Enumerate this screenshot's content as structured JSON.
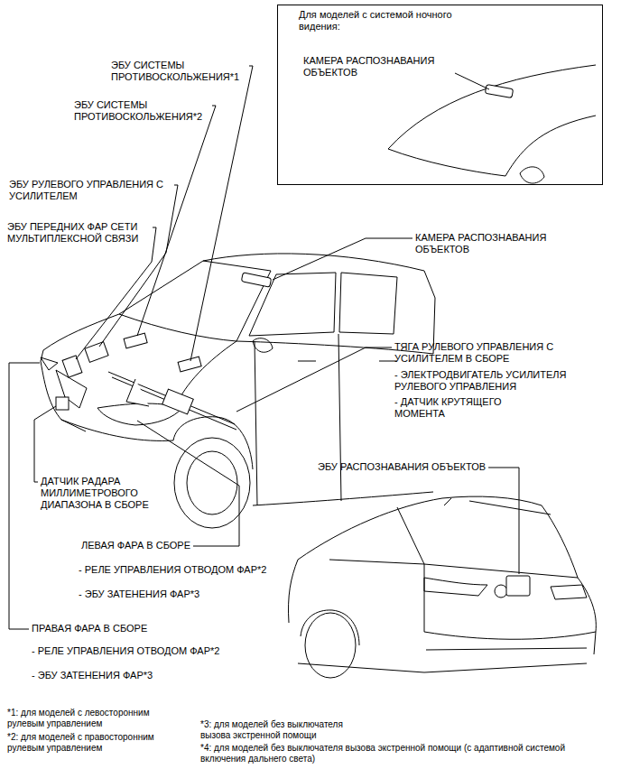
{
  "diagram": {
    "nodes": [
      {
        "text": [
          "Для моделей с системой ночного видения:",
          "КАМЕРА РАСПОЗНАВАНИЯ ОБЪЕКТОВ"
        ]
      }
    ],
    "labels": [
      "ЭБУ СИСТЕМЫ ПРОТИВОСКОЛЬЖЕНИЯ*1",
      "ЭБУ СИСТЕМЫ ПРОТИВОСКОЛЬЖЕНИЯ*2",
      "ЭБУ РУЛЕВОГО УПРАВЛЕНИЯ С УСИЛИТЕЛЕМ",
      "ЭБУ ПЕРЕДНИХ ФАР СЕТИ МУЛЬТИПЛЕКСНОЙ СВЯЗИ",
      "КАМЕРА РАСПОЗНАВАНИЯ ОБЪЕКТОВ",
      "ТЯГА РУЛЕВОГО УПРАВЛЕНИЯ С УСИЛИТЕЛЕМ В СБОРЕ",
      "- ЭЛЕКТРОДВИГАТЕЛЬ УСИЛИТЕЛЯ РУЛЕВОГО УПРАВЛЕНИЯ",
      "- ДАТЧИК КРУТЯЩЕГО МОМЕНТА",
      "ДАТЧИК РАДАРА МИЛЛИМЕТРОВОГО ДИАПАЗОНА В СБОРЕ",
      "ЭБУ РАСПОЗНАВАНИЯ ОБЪЕКТОВ",
      "ЛЕВАЯ ФАРА В СБОРЕ",
      "- РЕЛЕ УПРАВЛЕНИЯ ОТВОДОМ ФАР*2",
      "- ЭБУ ЗАТЕНЕНИЯ ФАР*3",
      "ПРАВАЯ ФАРА В СБОРЕ",
      "- РЕЛЕ УПРАВЛЕНИЯ ОТВОДОМ ФАР*2",
      "- ЭБУ ЗАТЕНЕНИЯ ФАР*3",
      "*1: для моделей с левосторонним рулевым управлением",
      "*2: для моделей с правосторонним рулевым управлением",
      "*3: для моделей без выключателя вызова экстренной помощи",
      "*4: для моделей без выключателя вызова экстренной помощи (с адаптивной системой включения дальнего света)"
    ]
  }
}
